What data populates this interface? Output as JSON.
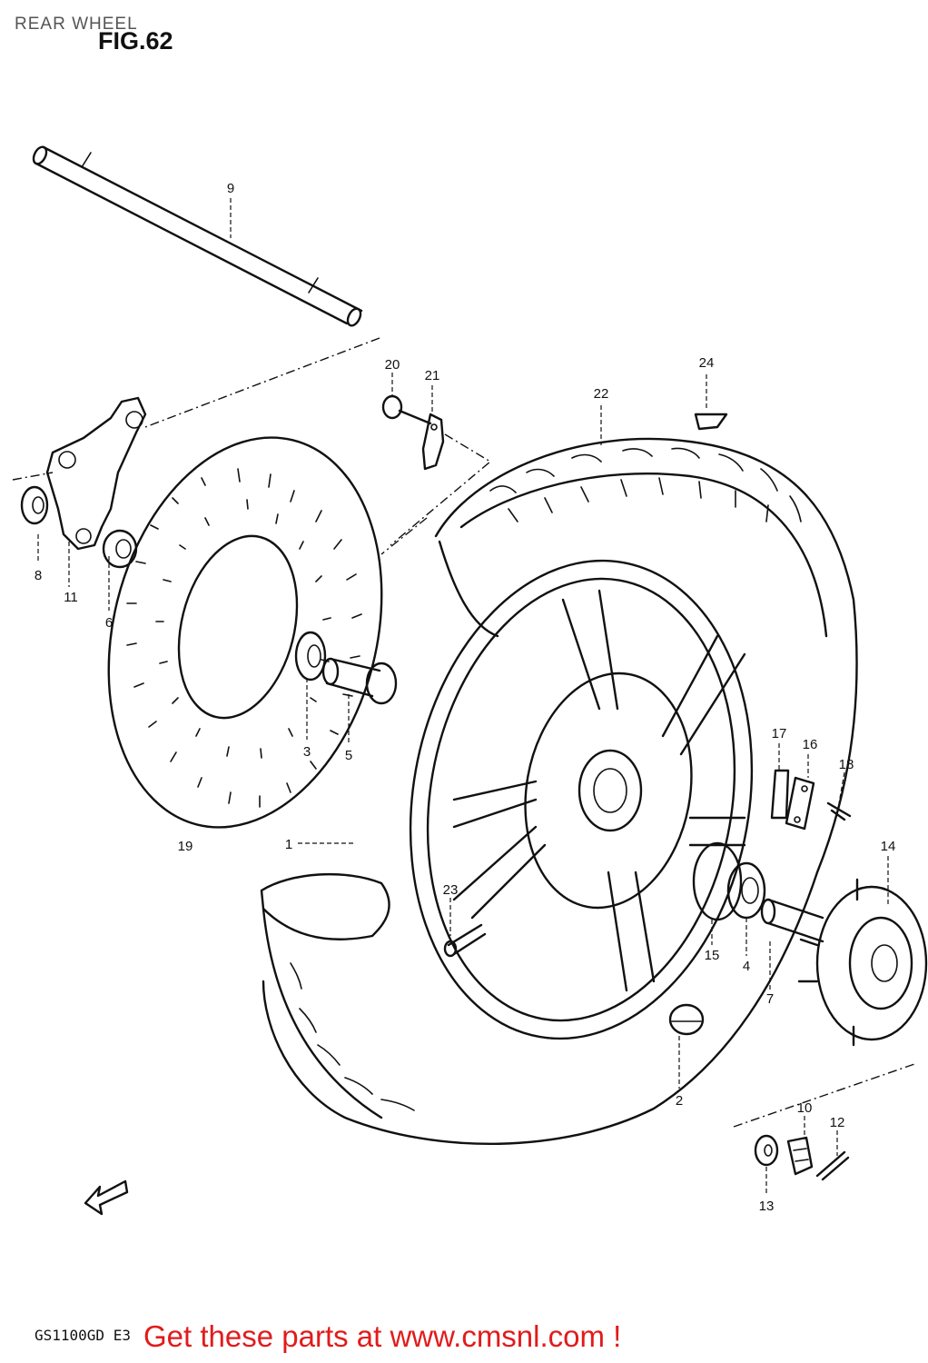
{
  "header": {
    "title": "REAR WHEEL",
    "figure": "FIG.62"
  },
  "footer": {
    "model_code": "GS1100GD E3",
    "cta": "Get these parts at www.cmsnl.com !"
  },
  "callouts": [
    {
      "id": "9",
      "label": "9"
    },
    {
      "id": "20",
      "label": "20"
    },
    {
      "id": "21",
      "label": "21"
    },
    {
      "id": "22",
      "label": "22"
    },
    {
      "id": "24",
      "label": "24"
    },
    {
      "id": "8",
      "label": "8"
    },
    {
      "id": "11",
      "label": "11"
    },
    {
      "id": "6",
      "label": "6"
    },
    {
      "id": "3",
      "label": "3"
    },
    {
      "id": "5",
      "label": "5"
    },
    {
      "id": "17",
      "label": "17"
    },
    {
      "id": "16",
      "label": "16"
    },
    {
      "id": "18",
      "label": "18"
    },
    {
      "id": "19",
      "label": "19"
    },
    {
      "id": "1",
      "label": "1"
    },
    {
      "id": "14",
      "label": "14"
    },
    {
      "id": "23",
      "label": "23"
    },
    {
      "id": "15",
      "label": "15"
    },
    {
      "id": "4",
      "label": "4"
    },
    {
      "id": "7",
      "label": "7"
    },
    {
      "id": "2",
      "label": "2"
    },
    {
      "id": "10",
      "label": "10"
    },
    {
      "id": "12",
      "label": "12"
    },
    {
      "id": "13",
      "label": "13"
    }
  ],
  "colors": {
    "ink": "#111111",
    "cta": "#e21b1b",
    "title": "#555555"
  }
}
